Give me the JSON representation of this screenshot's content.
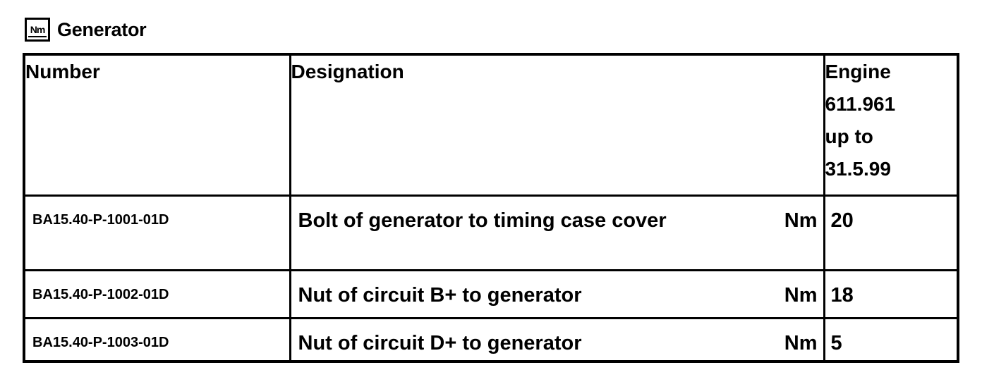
{
  "heading": {
    "icon_text": "Nm",
    "title": "Generator"
  },
  "table": {
    "columns": {
      "number": "Number",
      "designation": "Designation",
      "engine": "Engine\n611.961\nup to\n31.5.99"
    },
    "rows": [
      {
        "number": "BA15.40-P-1001-01D",
        "designation": "Bolt of generator to timing case cover",
        "unit": "Nm",
        "value": "20"
      },
      {
        "number": "BA15.40-P-1002-01D",
        "designation": "Nut of circuit B+ to generator",
        "unit": "Nm",
        "value": "18"
      },
      {
        "number": "BA15.40-P-1003-01D",
        "designation": "Nut of circuit D+ to generator",
        "unit": "Nm",
        "value": "5"
      }
    ]
  }
}
